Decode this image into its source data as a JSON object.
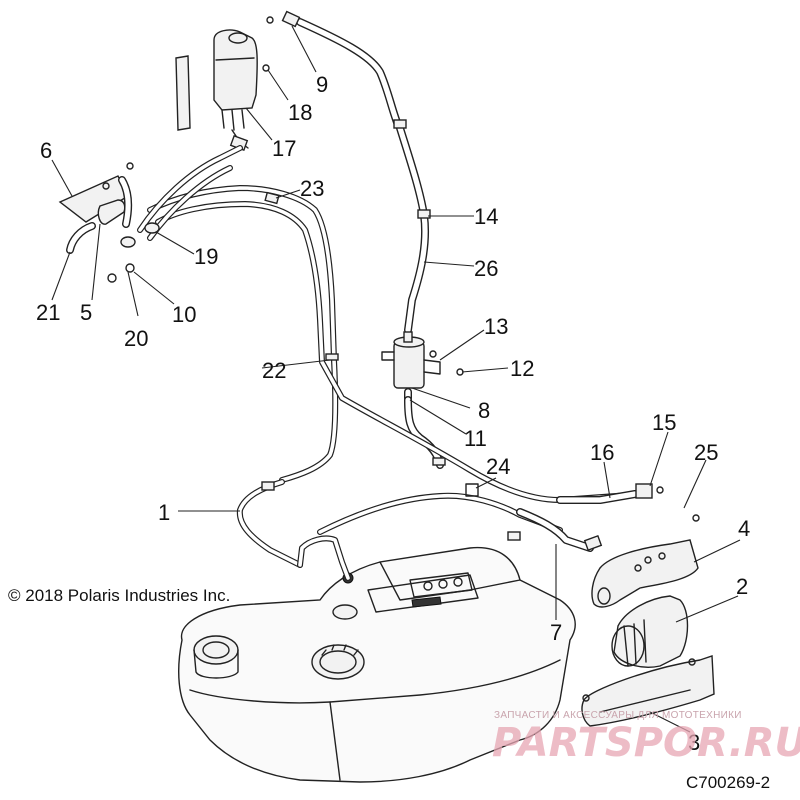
{
  "diagram": {
    "callouts": [
      {
        "id": "c1",
        "text": "1"
      },
      {
        "id": "c2",
        "text": "2"
      },
      {
        "id": "c3",
        "text": "3"
      },
      {
        "id": "c4",
        "text": "4"
      },
      {
        "id": "c5",
        "text": "5"
      },
      {
        "id": "c6",
        "text": "6"
      },
      {
        "id": "c7",
        "text": "7"
      },
      {
        "id": "c8",
        "text": "8"
      },
      {
        "id": "c9",
        "text": "9"
      },
      {
        "id": "c10",
        "text": "10"
      },
      {
        "id": "c11",
        "text": "11"
      },
      {
        "id": "c12",
        "text": "12"
      },
      {
        "id": "c13",
        "text": "13"
      },
      {
        "id": "c14",
        "text": "14"
      },
      {
        "id": "c15",
        "text": "15"
      },
      {
        "id": "c16",
        "text": "16"
      },
      {
        "id": "c17",
        "text": "17"
      },
      {
        "id": "c18",
        "text": "18"
      },
      {
        "id": "c19",
        "text": "19"
      },
      {
        "id": "c20",
        "text": "20"
      },
      {
        "id": "c21",
        "text": "21"
      },
      {
        "id": "c22",
        "text": "22"
      },
      {
        "id": "c23",
        "text": "23"
      },
      {
        "id": "c24",
        "text": "24"
      },
      {
        "id": "c25",
        "text": "25"
      },
      {
        "id": "c26",
        "text": "26"
      }
    ],
    "copyright": "© 2018 Polaris Industries Inc.",
    "drawing_code": "C700269-2"
  },
  "watermark": {
    "tagline": "ЗАПЧАСТИ И АКСЕССУАРЫ ДЛЯ МОТОТЕХНИКИ",
    "brand": "PARTSPOR.RU"
  },
  "colors": {
    "line": "#222222",
    "watermark": "#e7a6b3",
    "background": "#ffffff"
  }
}
